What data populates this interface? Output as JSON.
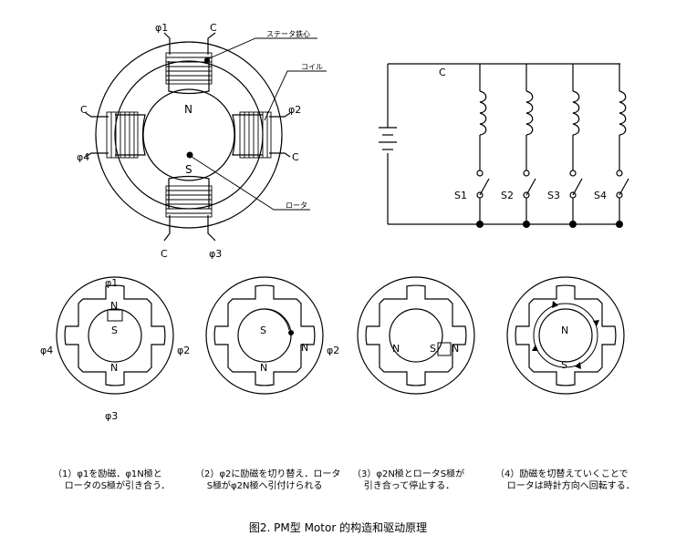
{
  "top_motor": {
    "labels": {
      "phase1": "φ1",
      "phase2": "φ2",
      "phase3": "φ3",
      "phase4": "φ4",
      "common_top": "C",
      "common_left": "C",
      "common_right": "C",
      "common_bottom": "C",
      "north": "N",
      "south": "S"
    },
    "callouts": {
      "stator_core": "ステータ鉄心",
      "coil": "コイル",
      "rotor": "ロータ"
    }
  },
  "circuit": {
    "common_label": "C",
    "switches": [
      "S1",
      "S2",
      "S3",
      "S4"
    ]
  },
  "steps": [
    {
      "caption": "（1）φ1を励磁．φ1N極と\n    ロータのS極が引き合う．",
      "phase_labels": {
        "top": "φ1",
        "left": "φ4",
        "right": "φ2",
        "bottom": "φ3"
      },
      "pole_labels": [
        "N",
        "S",
        "N"
      ]
    },
    {
      "caption": "（2）φ2に励磁を切り替え．ロータ\n    S極がφ2N極へ引付けられる",
      "phase_labels": {
        "right": "φ2"
      },
      "pole_labels": [
        "S",
        "N",
        "N"
      ]
    },
    {
      "caption": "（3）φ2N極とロータS極が\n    引き合って停止する．",
      "pole_labels": [
        "N",
        "S",
        "N"
      ]
    },
    {
      "caption": "（4）励磁を切替えていくことで\n    ロータは時計方向へ回転する．",
      "pole_labels": [
        "N",
        "S"
      ]
    }
  ],
  "figure_title": "图2. PM型 Motor 的构造和驱动原理"
}
